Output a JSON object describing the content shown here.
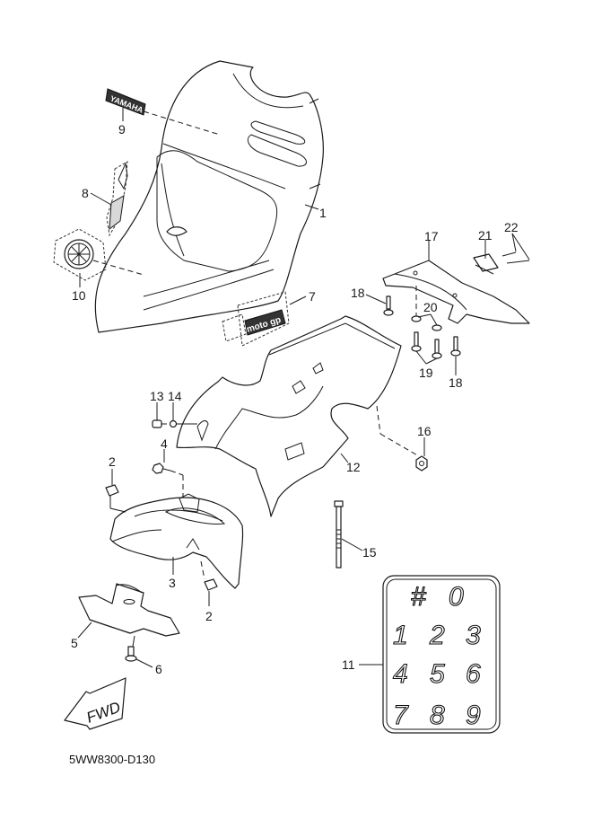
{
  "diagram": {
    "code": "5WW8300-D130",
    "callouts": [
      {
        "id": "1",
        "label": "1"
      },
      {
        "id": "2a",
        "label": "2"
      },
      {
        "id": "2b",
        "label": "2"
      },
      {
        "id": "3",
        "label": "3"
      },
      {
        "id": "4",
        "label": "4"
      },
      {
        "id": "5",
        "label": "5"
      },
      {
        "id": "6",
        "label": "6"
      },
      {
        "id": "7",
        "label": "7"
      },
      {
        "id": "8",
        "label": "8"
      },
      {
        "id": "9",
        "label": "9"
      },
      {
        "id": "10",
        "label": "10"
      },
      {
        "id": "11",
        "label": "11"
      },
      {
        "id": "12",
        "label": "12"
      },
      {
        "id": "13",
        "label": "13"
      },
      {
        "id": "14",
        "label": "14"
      },
      {
        "id": "15",
        "label": "15"
      },
      {
        "id": "16",
        "label": "16"
      },
      {
        "id": "17",
        "label": "17"
      },
      {
        "id": "18a",
        "label": "18"
      },
      {
        "id": "18b",
        "label": "18"
      },
      {
        "id": "19",
        "label": "19"
      },
      {
        "id": "20",
        "label": "20"
      },
      {
        "id": "21",
        "label": "21"
      },
      {
        "id": "22",
        "label": "22"
      }
    ],
    "decals": {
      "yamaha": "YAMAHA",
      "motogp": "moto gp",
      "fwd": "FWD",
      "number_plate": [
        "#",
        "0",
        "1",
        "2",
        "3",
        "4",
        "5",
        "6",
        "7",
        "8",
        "9"
      ]
    }
  }
}
